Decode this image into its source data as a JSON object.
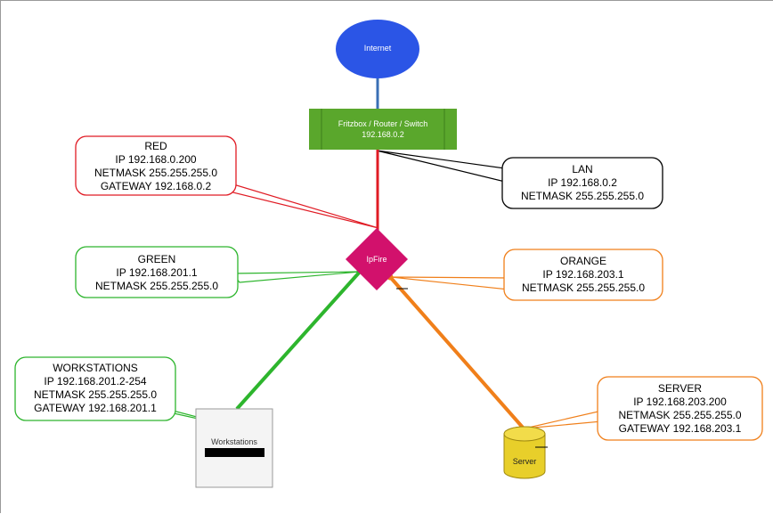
{
  "nodes": {
    "internet": {
      "label": "Internet",
      "color": "#2b55e6"
    },
    "router": {
      "label": "Fritzbox / Router / Switch",
      "ip": "192.168.0.2",
      "color": "#5aa72c"
    },
    "ipfire": {
      "label": "IpFire",
      "color": "#d2116c"
    },
    "workstations": {
      "label": "Workstations"
    },
    "server": {
      "label": "Server",
      "color": "#e8cf2a"
    }
  },
  "callouts": {
    "red": {
      "lines": [
        "RED",
        "IP 192.168.0.200",
        "NETMASK 255.255.255.0",
        "GATEWAY 192.168.0.2"
      ],
      "color": "#e01b24"
    },
    "lan": {
      "lines": [
        "LAN",
        "IP 192.168.0.2",
        "NETMASK 255.255.255.0"
      ],
      "color": "#000000"
    },
    "green": {
      "lines": [
        "GREEN",
        "IP 192.168.201.1",
        "NETMASK 255.255.255.0"
      ],
      "color": "#2db52d"
    },
    "orange": {
      "lines": [
        "ORANGE",
        "IP 192.168.203.1",
        "NETMASK 255.255.255.0"
      ],
      "color": "#f07f1a"
    },
    "workstations": {
      "lines": [
        "WORKSTATIONS",
        "IP 192.168.201.2-254",
        "NETMASK 255.255.255.0",
        "GATEWAY 192.168.201.1"
      ],
      "color": "#2db52d"
    },
    "server": {
      "lines": [
        "SERVER",
        "IP 192.168.203.200",
        "NETMASK 255.255.255.0",
        "GATEWAY 192.168.203.1"
      ],
      "color": "#f07f1a"
    }
  },
  "links": {
    "internet_router": "#3a6fb5",
    "router_ipfire": "#e01b24",
    "ipfire_workstations": "#2db52d",
    "ipfire_server": "#f07f1a"
  }
}
